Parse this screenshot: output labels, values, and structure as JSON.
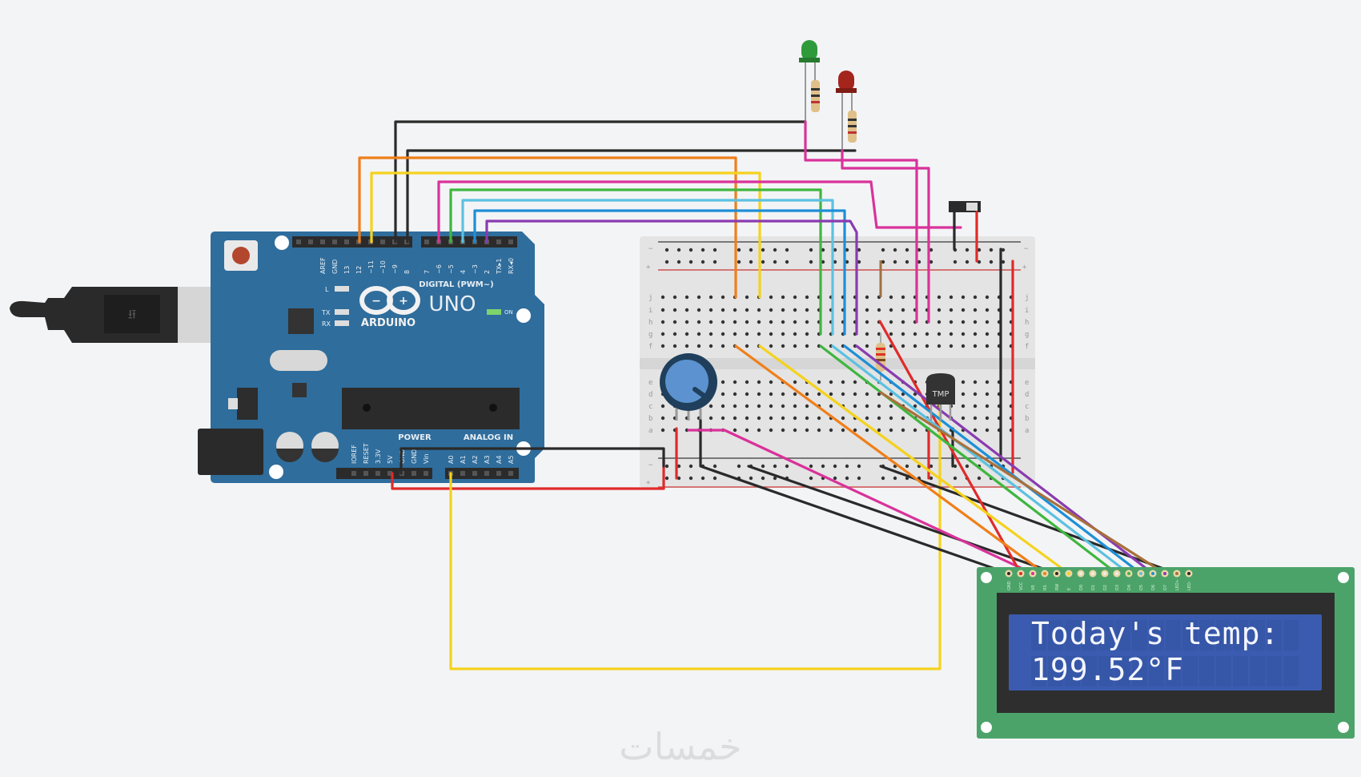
{
  "arduino": {
    "model_label": "UNO",
    "brand_label": "ARDUINO",
    "digital_header_label": "DIGITAL (PWM~)",
    "power_header_label": "POWER",
    "analog_header_label": "ANALOG IN",
    "led_labels": {
      "l": "L",
      "tx": "TX",
      "rx": "RX",
      "on": "ON"
    },
    "digital_pins": [
      "AREF",
      "GND",
      "13",
      "12",
      "~11",
      "~10",
      "~9",
      "8",
      "7",
      "~6",
      "~5",
      "4",
      "~3",
      "2",
      "TX▸1",
      "RX◂0"
    ],
    "power_pins": [
      "IOREF",
      "RESET",
      "3.3V",
      "5V",
      "GND",
      "GND",
      "Vin"
    ],
    "analog_pins": [
      "A0",
      "A1",
      "A2",
      "A3",
      "A4",
      "A5"
    ],
    "board_color": "#2f6d9c"
  },
  "breadboard": {
    "rail_minus": "−",
    "rail_plus": "+",
    "rows_top": [
      "j",
      "i",
      "h",
      "g",
      "f"
    ],
    "rows_bottom": [
      "e",
      "d",
      "c",
      "b",
      "a"
    ]
  },
  "sensor": {
    "label": "TMP"
  },
  "lcd": {
    "line1": "Today's temp:",
    "line2": "199.52°F",
    "pin_labels": [
      "GND",
      "VCC",
      "V0",
      "RS",
      "RW",
      "E",
      "D0",
      "D1",
      "D2",
      "D3",
      "D4",
      "D5",
      "D6",
      "D7",
      "LED+",
      "LED-"
    ],
    "board_color": "#4ca36a",
    "screen_color": "#3a5bb0"
  },
  "leds": [
    {
      "color": "#2f9a3a"
    },
    {
      "color": "#a3251c"
    }
  ],
  "watermark": {
    "text": "خمسات"
  }
}
